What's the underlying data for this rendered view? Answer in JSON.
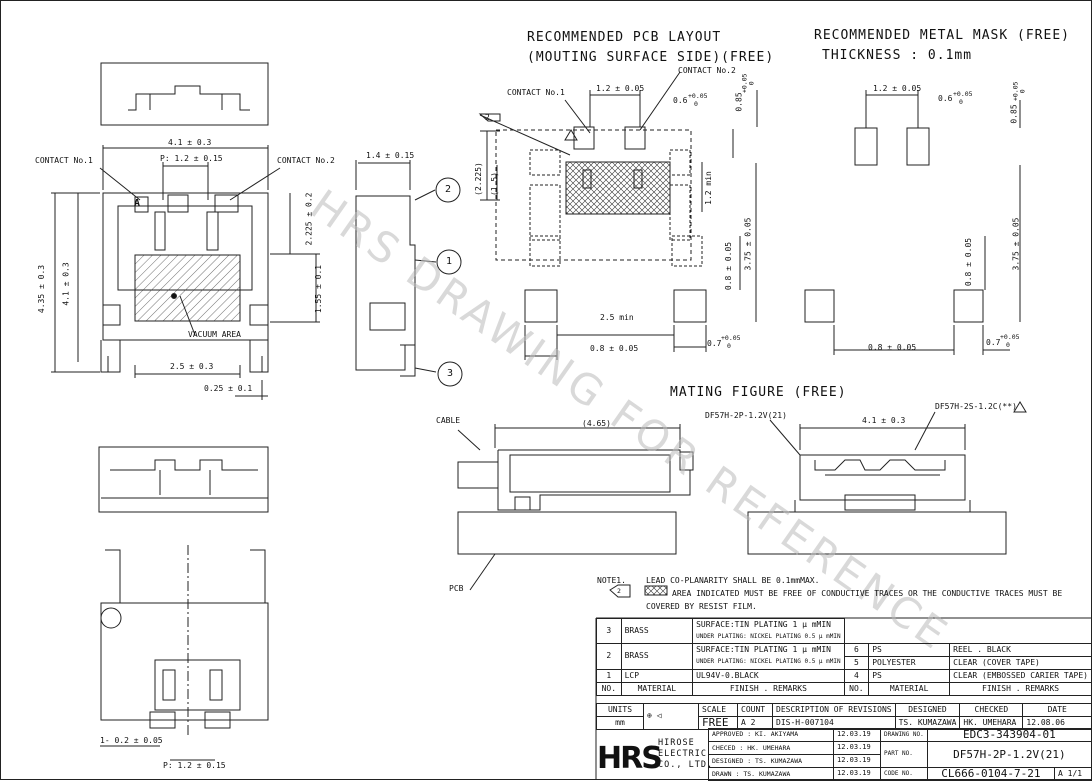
{
  "watermark": "HRS DRAWING FOR REFERENCE",
  "headings": {
    "pcb_layout_1": "RECOMMENDED PCB LAYOUT",
    "pcb_layout_2": "(MOUTING SURFACE SIDE)(FREE)",
    "metal_mask_1": "RECOMMENDED METAL MASK (FREE)",
    "metal_mask_2": "THICKNESS : 0.1mm",
    "mating": "MATING FIGURE (FREE)"
  },
  "front_view": {
    "contact1": "CONTACT No.1",
    "contact2": "CONTACT No.2",
    "dim_width": "4.1 ± 0.3",
    "dim_pitch": "P: 1.2 ± 0.15",
    "dim_2225": "2.225 ± 0.2",
    "dim_155": "1.55 ± 0.1",
    "dim_435": "4.35 ± 0.3",
    "dim_41v": "4.1 ± 0.3",
    "dim_25": "2.5 ± 0.3",
    "dim_025": "0.25 ± 0.1",
    "vacuum": "VACUUM AREA",
    "mark_a": "A"
  },
  "side_view": {
    "dim_14": "1.4 ± 0.15",
    "callout_1": "1",
    "callout_2": "2",
    "callout_3": "3"
  },
  "bottom_view": {
    "dim_02": "1- 0.2 ± 0.05",
    "dim_pitch": "P: 1.2 ± 0.15"
  },
  "pcb_layout": {
    "contact1": "CONTACT No.1",
    "contact2": "CONTACT No.2",
    "note_marker": "2",
    "dim_12": "1.2 ± 0.05",
    "dim_06": "0.6",
    "tol_06_up": "+0.05",
    "tol_06_low": "0",
    "dim_085": "0.85",
    "tol_085_up": "+0.05",
    "tol_085_low": "0",
    "dim_2225": "(2.225)",
    "dim_15": "(1.5)",
    "dim_12min": "1.2 min",
    "dim_375": "3.75 ± 0.05",
    "dim_08v": "0.8 ± 0.05",
    "dim_25min": "2.5 min",
    "dim_08h": "0.8 ± 0.05",
    "dim_07": "0.7",
    "tol_07_up": "+0.05",
    "tol_07_low": "0"
  },
  "metal_mask": {
    "dim_12": "1.2 ± 0.05",
    "dim_06": "0.6",
    "tol_06_up": "+0.05",
    "tol_06_low": "0",
    "dim_085": "0.85",
    "tol_085_up": "+0.05",
    "tol_085_low": "0",
    "dim_08v": "0.8 ± 0.05",
    "dim_375": "3.75 ± 0.05",
    "dim_08h": "0.8 ± 0.05",
    "dim_07": "0.7",
    "tol_07_up": "+0.05",
    "tol_07_low": "0"
  },
  "mating": {
    "cable": "CABLE",
    "dim_465": "(4.65)",
    "plug": "DF57H-2P-1.2V(21)",
    "receptacle": "DF57H-2S-1.2C(**)",
    "dim_41": "4.1 ± 0.3",
    "pcb": "PCB"
  },
  "notes": {
    "title": "NOTE1.",
    "line1": "LEAD CO-PLANARITY SHALL BE 0.1mmMAX.",
    "marker": "2",
    "line2": "AREA INDICATED MUST BE FREE OF CONDUCTIVE TRACES OR THE CONDUCTIVE TRACES MUST BE",
    "line3": "COVERED BY RESIST FILM."
  },
  "bom": {
    "left_rows": [
      {
        "no": "3",
        "material": "BRASS",
        "finish1": "SURFACE:TIN PLATING 1 μ mMIN",
        "finish2": "UNDER PLATING: NICKEL PLATING 0.5 μ mMIN"
      },
      {
        "no": "2",
        "material": "BRASS",
        "finish1": "SURFACE:TIN PLATING 1 μ mMIN",
        "finish2": "UNDER PLATING: NICKEL PLATING 0.5 μ mMIN"
      },
      {
        "no": "1",
        "material": "LCP",
        "finish1": "UL94V-0.BLACK",
        "finish2": ""
      }
    ],
    "right_rows": [
      {
        "no": "6",
        "material": "PS",
        "finish": "REEL . BLACK"
      },
      {
        "no": "5",
        "material": "POLYESTER",
        "finish": "CLEAR (COVER TAPE)"
      },
      {
        "no": "4",
        "material": "PS",
        "finish": "CLEAR (EMBOSSED CARIER TAPE)"
      }
    ],
    "header": {
      "no": "NO.",
      "material": "MATERIAL",
      "finish": "FINISH . REMARKS"
    }
  },
  "title_block": {
    "units_label": "UNITS",
    "units": "mm",
    "scale_label": "SCALE",
    "scale": "FREE",
    "rev_mark": "A",
    "count_label": "COUNT",
    "count": "2",
    "desc_label": "DESCRIPTION OF REVISIONS",
    "desc": "DIS-H-007104",
    "designed_label": "DESIGNED",
    "designed": "TS. KUMAZAWA",
    "checked_label": "CHECKED",
    "checked": "HK. UMEHARA",
    "date_label": "DATE",
    "date": "12.08.06",
    "company_1": "HIROSE",
    "company_2": "ELECTRIC",
    "company_3": "CO., LTD.",
    "logo": "HRS",
    "approvals": [
      {
        "role": "APPROVED",
        "name": ": KI. AKIYAMA",
        "date": "12.03.19"
      },
      {
        "role": "CHECED",
        "name": ": HK. UMEHARA",
        "date": "12.03.19"
      },
      {
        "role": "DESIGNED",
        "name": ": TS. KUMAZAWA",
        "date": "12.03.19"
      },
      {
        "role": "DRAWN",
        "name": ": TS. KUMAZAWA",
        "date": "12.03.19"
      }
    ],
    "drawing_no_label": "DRAWING NO.",
    "drawing_no": "EDC3-343904-01",
    "part_no_label": "PART NO.",
    "part_no": "DF57H-2P-1.2V(21)",
    "code_no_label": "CODE NO.",
    "code_no": "CL666-0104-7-21",
    "sheet_rev": "A",
    "sheet": "1/1"
  }
}
